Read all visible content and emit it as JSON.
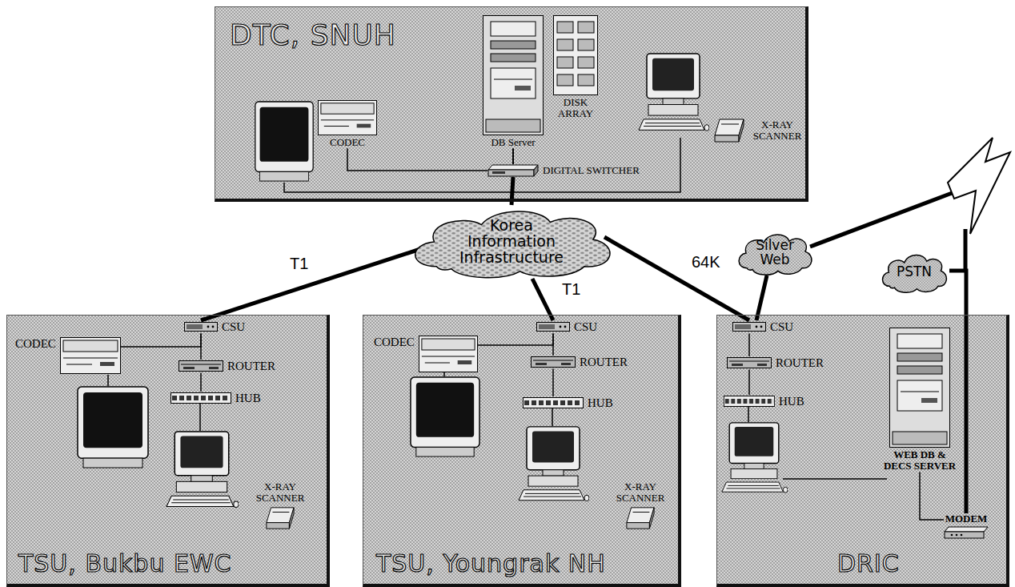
{
  "diagram": {
    "nodes": [
      {
        "text": [
          "DTC, SNUH"
        ]
      },
      {
        "text": [
          "DB Server"
        ],
        "in": 0
      },
      {
        "text": [
          "DISK ARRAY"
        ],
        "in": 0
      },
      {
        "text": [
          "CODEC"
        ],
        "in": 0
      },
      {
        "text": [
          "X-RAY SCANNER"
        ],
        "in": 0
      },
      {
        "text": [
          "DIGITAL SWITCHER"
        ],
        "in": 0
      },
      {
        "text": [
          "Korea Information Infrastructure"
        ]
      },
      {
        "text": [
          "TSU, Bukbu EWC"
        ]
      },
      {
        "text": [
          "CSU"
        ],
        "in": 7
      },
      {
        "text": [
          "CODEC"
        ],
        "in": 7
      },
      {
        "text": [
          "ROUTER"
        ],
        "in": 7
      },
      {
        "text": [
          "HUB"
        ],
        "in": 7
      },
      {
        "text": [
          "X-RAY SCANNER"
        ],
        "in": 7
      },
      {
        "text": [
          "TSU, Youngrak NH"
        ]
      },
      {
        "text": [
          "CSU"
        ],
        "in": 13
      },
      {
        "text": [
          "CODEC"
        ],
        "in": 13
      },
      {
        "text": [
          "ROUTER"
        ],
        "in": 13
      },
      {
        "text": [
          "HUB"
        ],
        "in": 13
      },
      {
        "text": [
          "X-RAY SCANNER"
        ],
        "in": 13
      },
      {
        "text": [
          "DRIC"
        ]
      },
      {
        "text": [
          "CSU"
        ],
        "in": 19
      },
      {
        "text": [
          "ROUTER"
        ],
        "in": 19
      },
      {
        "text": [
          "HUB"
        ],
        "in": 19
      },
      {
        "text": [
          "WEB DB & DECS SERVER"
        ],
        "in": 19
      },
      {
        "text": [
          "MODEM"
        ],
        "in": 19
      },
      {
        "text": [
          "Silver Web"
        ]
      },
      {
        "text": [
          "PSTN"
        ]
      }
    ],
    "edges": [
      {
        "from": 1,
        "to": 5,
        "arrow": "none"
      },
      {
        "from": 3,
        "to": 5,
        "arrow": "none"
      },
      {
        "from": 5,
        "to": 6,
        "arrow": "none"
      },
      {
        "from": 6,
        "to": 8,
        "label": "T1",
        "arrow": "none"
      },
      {
        "from": 6,
        "to": 14,
        "label": "T1",
        "arrow": "none"
      },
      {
        "from": 6,
        "to": 20,
        "label": "64K",
        "arrow": "none"
      },
      {
        "from": 9,
        "to": 8,
        "arrow": "none"
      },
      {
        "from": 8,
        "to": 10,
        "arrow": "none"
      },
      {
        "from": 10,
        "to": 11,
        "arrow": "none"
      },
      {
        "from": 15,
        "to": 14,
        "arrow": "none"
      },
      {
        "from": 14,
        "to": 16,
        "arrow": "none"
      },
      {
        "from": 16,
        "to": 17,
        "arrow": "none"
      },
      {
        "from": 20,
        "to": 21,
        "arrow": "none"
      },
      {
        "from": 21,
        "to": 22,
        "arrow": "none"
      },
      {
        "from": 20,
        "to": 25,
        "arrow": "none"
      },
      {
        "from": 23,
        "to": 24,
        "arrow": "none"
      },
      {
        "from": 26,
        "to": 24,
        "arrow": "none"
      }
    ]
  }
}
